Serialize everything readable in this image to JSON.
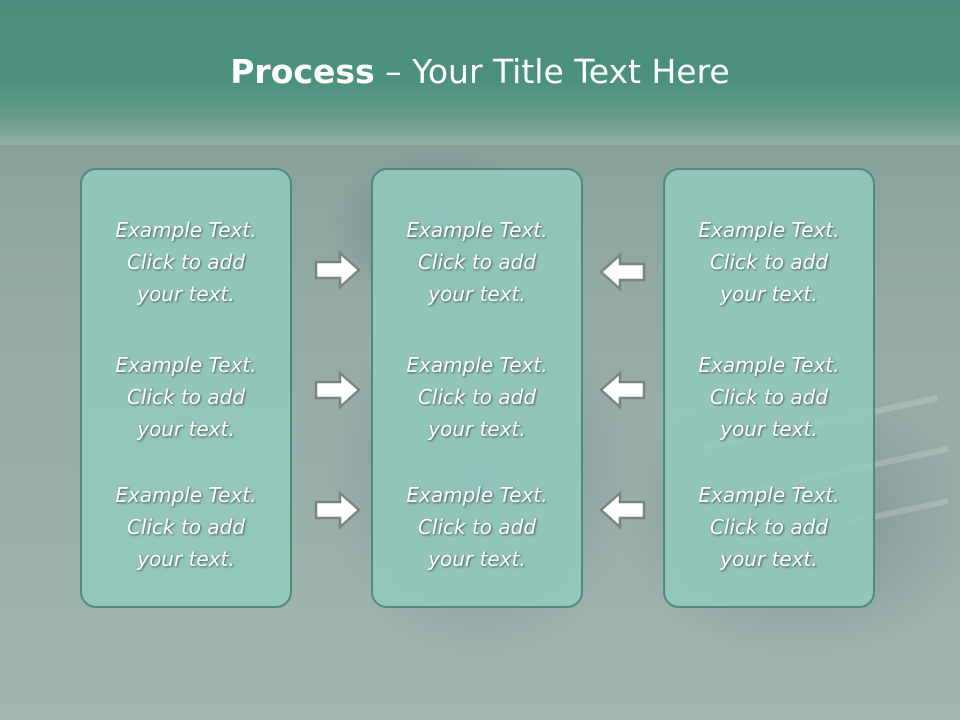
{
  "title": {
    "bold": "Process",
    "rest": " – Your Title Text Here"
  },
  "columns": [
    {
      "items": [
        {
          "lines": [
            "Example Text.",
            "Click  to add",
            "your text."
          ]
        },
        {
          "lines": [
            "Example Text.",
            "Click  to add",
            "your text."
          ]
        },
        {
          "lines": [
            "Example Text.",
            "Click  to add",
            "your text."
          ]
        }
      ]
    },
    {
      "items": [
        {
          "lines": [
            "Example Text.",
            "Click  to add",
            "your text."
          ]
        },
        {
          "lines": [
            "Example Text.",
            "Click  to add",
            "your text."
          ]
        },
        {
          "lines": [
            "Example Text.",
            "Click  to add",
            "your text."
          ]
        }
      ]
    },
    {
      "items": [
        {
          "lines": [
            "Example Text.",
            "Click  to add",
            "your text."
          ]
        },
        {
          "lines": [
            "Example Text.",
            "Click  to add",
            "your text."
          ]
        },
        {
          "lines": [
            "Example Text.",
            "Click  to add",
            "your text."
          ]
        }
      ]
    }
  ],
  "arrows": {
    "left_group": "right-arrow-icon",
    "right_group": "left-arrow-icon"
  },
  "colors": {
    "header": "#4b917d",
    "box_fill": "#93cabd",
    "box_border": "#4f8b7b",
    "text": "#ffffff"
  }
}
